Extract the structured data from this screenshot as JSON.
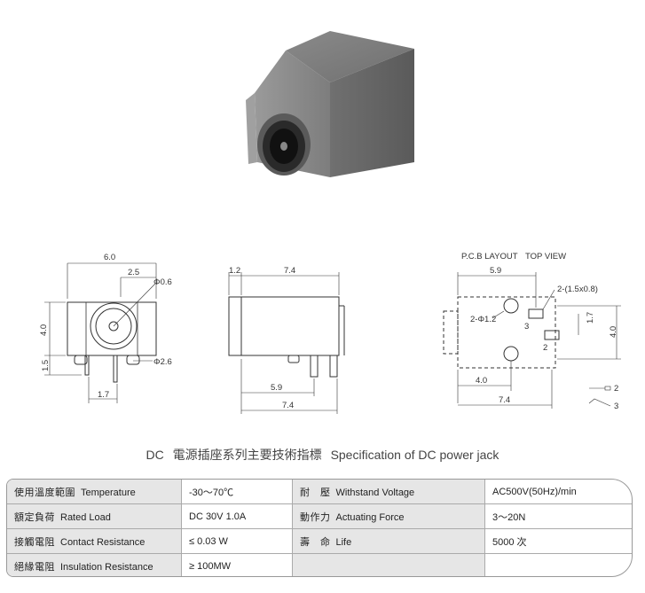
{
  "photo": {
    "icon": "dc-power-jack-photo"
  },
  "front_view": {
    "width": "6.0",
    "pin_offset": "2.5",
    "hole_dia": "Φ0.6",
    "height": "4.0",
    "bottom": "1.5",
    "pin_pitch": "1.7",
    "boss_dia": "Φ2.6"
  },
  "side_view": {
    "flange": "1.2",
    "length": "7.4",
    "pin_pos": "5.9",
    "total": "7.4"
  },
  "pcb_layout": {
    "title": "P.C.B LAYOUT",
    "subtitle": "TOP VIEW",
    "width": "5.9",
    "pad_note": "2-(1.5x0.8)",
    "hole_note": "2-Φ1.2",
    "pad_3": "3",
    "pad_2": "2",
    "pad_gap": "1.7",
    "height": "4.0",
    "hole_pos": "4.0",
    "total": "7.4",
    "legend_2": "2",
    "legend_3": "3"
  },
  "heading": {
    "prefix": "DC",
    "chinese": "電源插座系列主要技術指標",
    "english": "Specification of DC power jack"
  },
  "spec_rows": [
    {
      "zh1": "使用溫度範圍",
      "en1": "Temperature",
      "v1": "-30～70℃",
      "zh2": "耐　壓",
      "en2": "Withstand Voltage",
      "v2": "AC500V(50Hz)/min"
    },
    {
      "zh1": "額定負荷",
      "en1": "Rated Load",
      "v1": "DC  30V  1.0A",
      "zh2": "動作力",
      "en2": "Actuating Force",
      "v2": "3～20N"
    },
    {
      "zh1": "接觸電阻",
      "en1": "Contact Resistance",
      "v1": "≤ 0.03 W",
      "zh2": "壽　命",
      "en2": "Life",
      "v2": "5000 次"
    },
    {
      "zh1": "絕緣電阻",
      "en1": "Insulation Resistance",
      "v1": "≥ 100MW",
      "zh2": "",
      "en2": "",
      "v2": ""
    }
  ]
}
